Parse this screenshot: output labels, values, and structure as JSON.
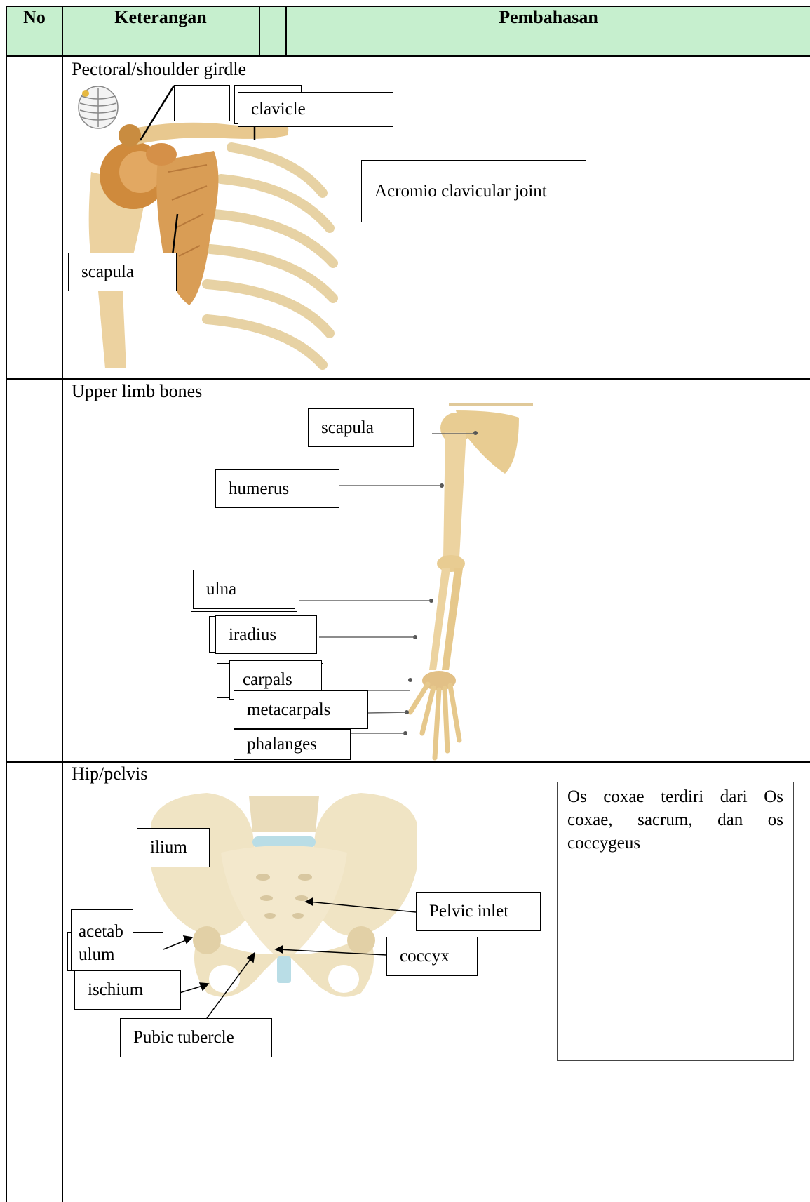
{
  "table": {
    "headers": {
      "no": "No",
      "keterangan": "Keterangan",
      "pembahasan": "Pembahasan"
    }
  },
  "sections": [
    {
      "title": "Pectoral/shoulder girdle",
      "labels": {
        "clavicle": "clavicle",
        "acromio": "Acromio clavicular joint",
        "scapula": "scapula"
      }
    },
    {
      "title": "Upper limb bones",
      "labels": {
        "scapula": "scapula",
        "humerus": "humerus",
        "ulna": "ulna",
        "radius": "iradius",
        "carpals": "carpals",
        "metacarpals": "metacarpals",
        "phalanges": "phalanges"
      }
    },
    {
      "title": "Hip/pelvis",
      "labels": {
        "ilium": "ilium",
        "acetabulum_1": "acetab",
        "acetabulum_2": "ulum",
        "ischium": "ischium",
        "pubic": "Pubic tubercle",
        "pelvic_inlet": "Pelvic inlet",
        "coccyx": "coccyx"
      },
      "note": "Os coxae terdiri dari Os coxae, sacrum, dan os coccygeus"
    }
  ],
  "colors": {
    "header_bg": "#c6efce",
    "bone": "#ecd9ab",
    "bone_dark": "#d09a4f",
    "cartilage": "#b9dde6"
  }
}
